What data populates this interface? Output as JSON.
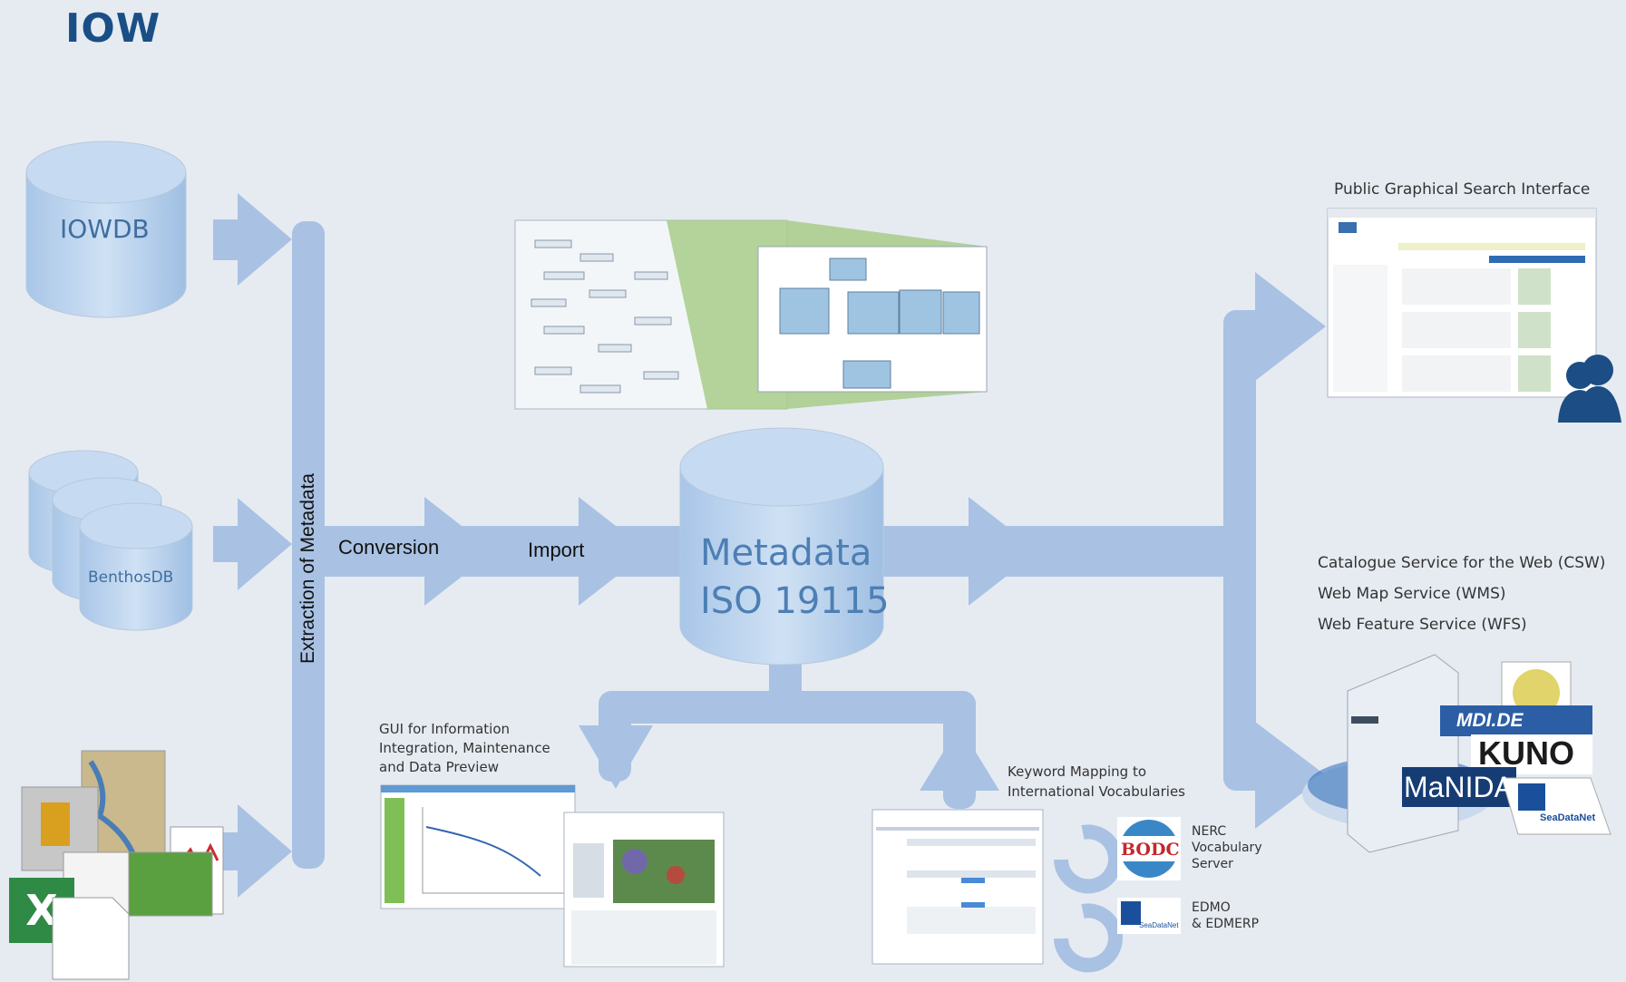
{
  "logo": "IOW",
  "sources": {
    "iowdb": "IOWDB",
    "benthosdb": "BenthosDB"
  },
  "process": {
    "extraction": "Extraction of Metadata",
    "conversion": "Conversion",
    "import": "Import"
  },
  "metadata_db": {
    "line1": "Metadata",
    "line2": "ISO 19115"
  },
  "gui": {
    "line1": "GUI for Information",
    "line2": "Integration, Maintenance",
    "line3": "and Data Preview"
  },
  "keyword": {
    "line1": "Keyword Mapping to",
    "line2": "International Vocabularies"
  },
  "nerc": {
    "line1": "NERC",
    "line2": "Vocabulary",
    "line3": "Server",
    "logo": "BODC"
  },
  "edmo": {
    "line1": "EDMO",
    "line2": "& EDMERP",
    "logo": "SeaDataNet"
  },
  "search_interface": "Public Graphical Search Interface",
  "services": {
    "csw": "Catalogue Service for the Web (CSW)",
    "wms": "Web Map Service (WMS)",
    "wfs": "Web Feature Service (WFS)"
  },
  "partner_logos": {
    "mdi": "MDI.DE",
    "kuno": "KUNO",
    "manida": "MaNIDA",
    "seadatanet": "SeaDataNet"
  },
  "colors": {
    "background": "#e6ebf2",
    "arrow": "#a9c2e3",
    "cylinder": "#bdd4ee",
    "cylinder_dark": "#8fb3da",
    "logo": "#1a4f86"
  }
}
